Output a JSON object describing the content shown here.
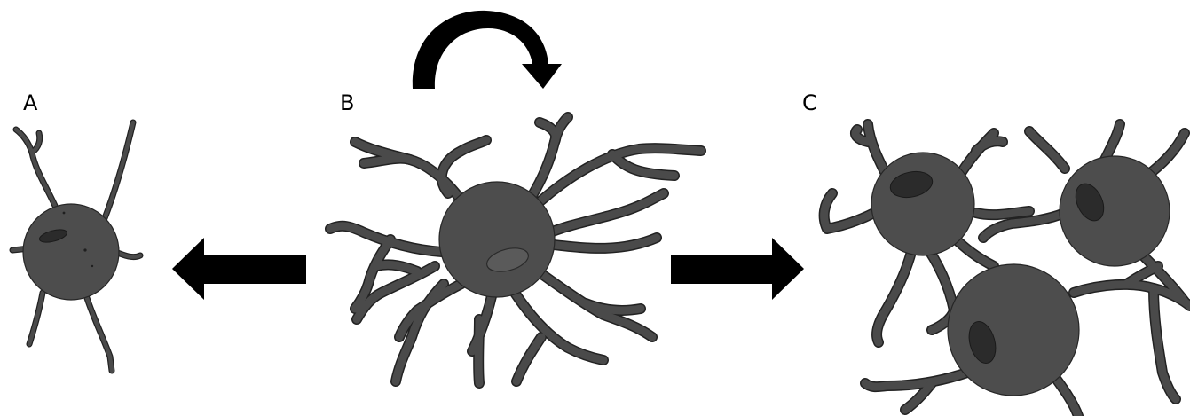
{
  "diagram": {
    "labels": {
      "a": "A",
      "b": "B",
      "c": "C"
    },
    "colors": {
      "cell": "#4d4d4d",
      "cell_outline": "#262626",
      "nucleus_dark": "#2b2b2b",
      "arrow": "#000000",
      "background": "#ffffff"
    },
    "icons": {
      "left_arrow": "arrow-left-icon",
      "right_arrow": "arrow-right-icon",
      "cycle_arrow": "curved-arrow-icon"
    }
  }
}
